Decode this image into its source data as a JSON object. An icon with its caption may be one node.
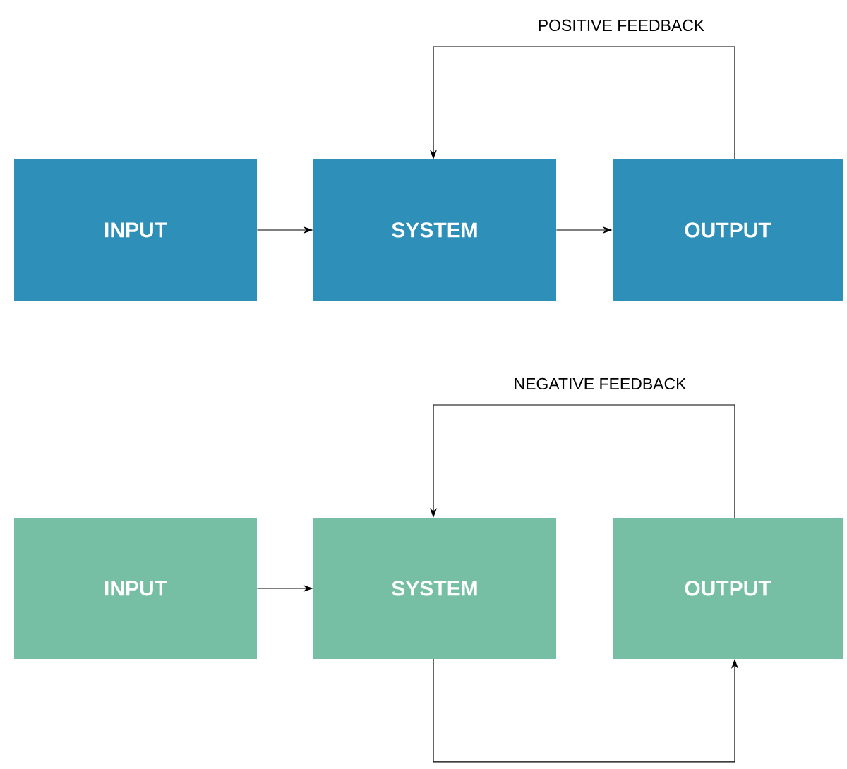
{
  "diagram": {
    "nodes": [
      {
        "text": [
          "INPUT"
        ]
      },
      {
        "text": [
          "SYSTEM"
        ]
      },
      {
        "text": [
          "OUTPUT"
        ]
      },
      {
        "text": [
          "INPUT"
        ]
      },
      {
        "text": [
          "SYSTEM"
        ]
      },
      {
        "text": [
          "OUTPUT"
        ]
      }
    ],
    "edges": [
      {
        "from": 0,
        "to": 1,
        "arrow": "to"
      },
      {
        "from": 1,
        "to": 2,
        "arrow": "to"
      },
      {
        "from": 2,
        "to": 1,
        "arrow": "to",
        "label": "POSITIVE FEEDBACK"
      },
      {
        "from": 3,
        "to": 4,
        "arrow": "to"
      },
      {
        "from": 5,
        "to": 4,
        "arrow": "to",
        "label": "NEGATIVE FEEDBACK"
      },
      {
        "from": 4,
        "to": 5,
        "arrow": "to"
      }
    ]
  }
}
